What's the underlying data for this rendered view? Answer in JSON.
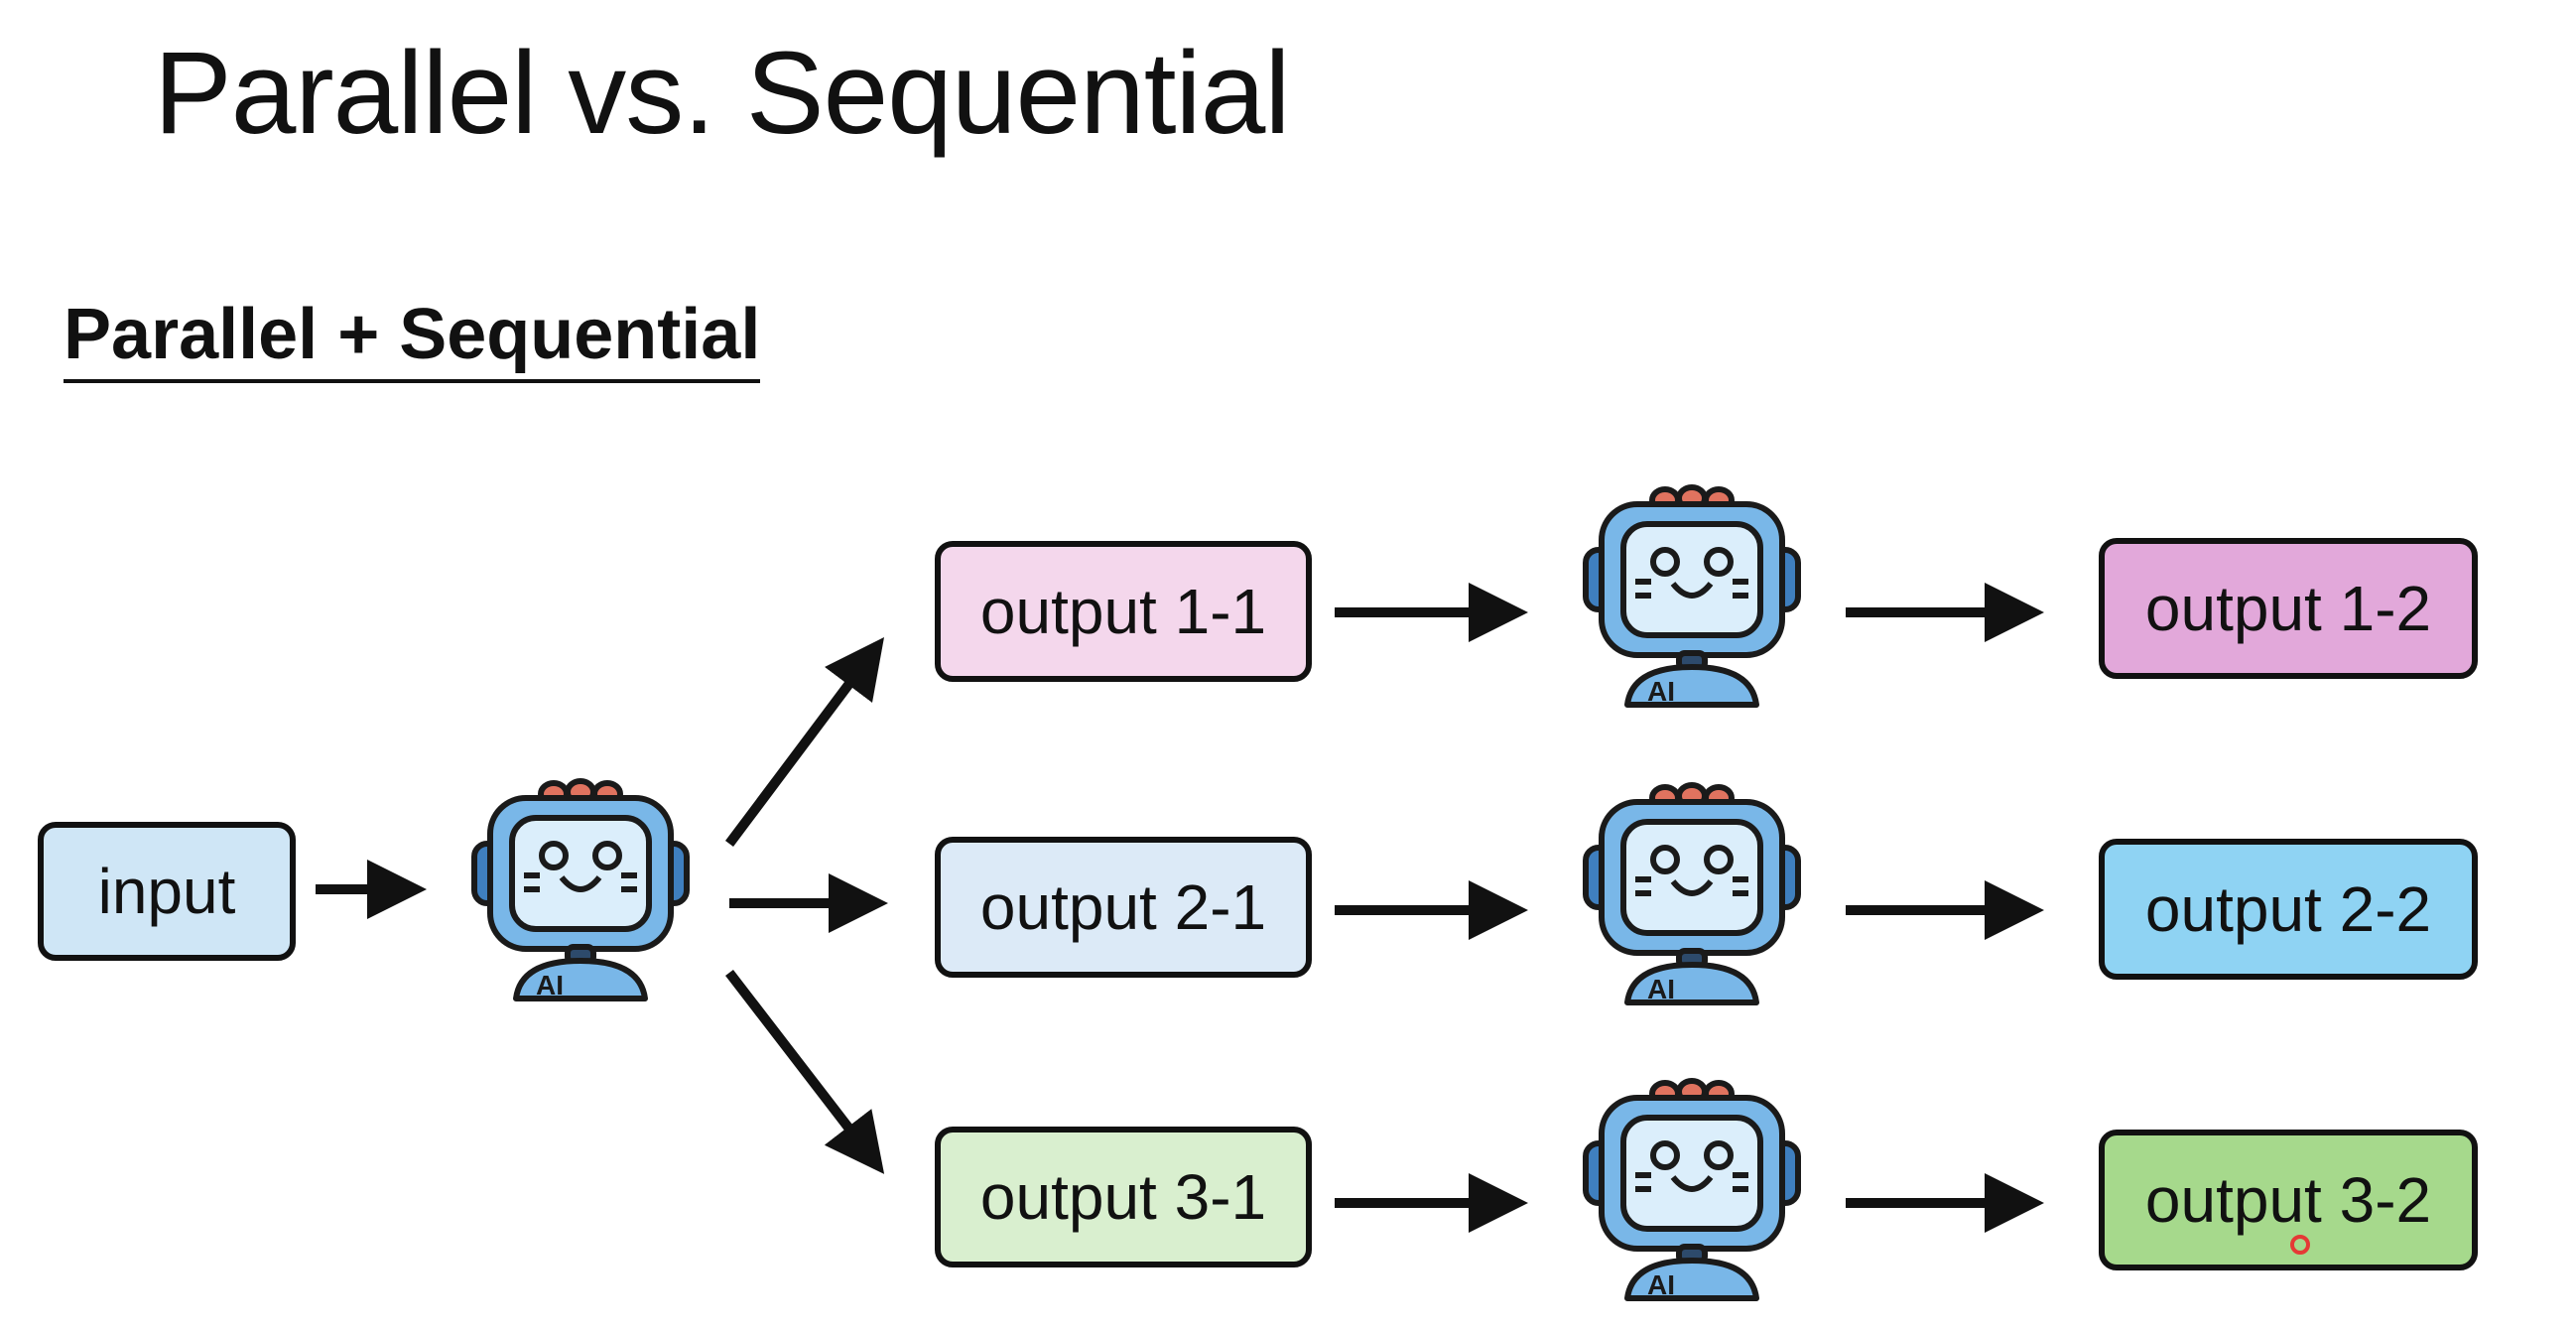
{
  "title": "Parallel vs. Sequential",
  "subtitle": "Parallel + Sequential",
  "nodes": {
    "input": {
      "label": "input",
      "color": "#cfe6f6"
    },
    "o11": {
      "label": "output 1-1",
      "color": "#f4d7ec"
    },
    "o21": {
      "label": "output 2-1",
      "color": "#dceaf7"
    },
    "o31": {
      "label": "output 3-1",
      "color": "#d9efcf"
    },
    "o12": {
      "label": "output 1-2",
      "color": "#e2a8da"
    },
    "o22": {
      "label": "output 2-2",
      "color": "#8fd3f3"
    },
    "o32": {
      "label": "output 3-2",
      "color": "#a6d98c"
    }
  },
  "robot_badge": "AI",
  "icons": [
    "robot-ai-icon",
    "arrow-icon",
    "cursor-dot-icon"
  ]
}
